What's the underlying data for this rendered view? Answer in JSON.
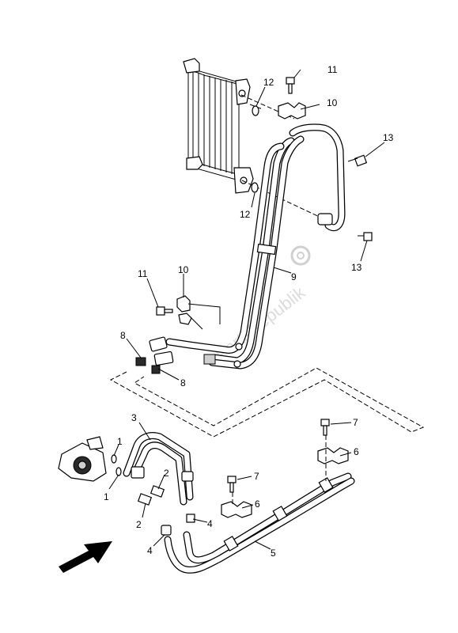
{
  "diagram": {
    "callouts": {
      "c1a": "1",
      "c1b": "1",
      "c2a": "2",
      "c2b": "2",
      "c3": "3",
      "c4a": "4",
      "c4b": "4",
      "c5": "5",
      "c6a": "6",
      "c6b": "6",
      "c7a": "7",
      "c7b": "7",
      "c8a": "8",
      "c8b": "8",
      "c9": "9",
      "c10a": "10",
      "c10b": "10",
      "c11a": "11",
      "c11b": "11",
      "c12a": "12",
      "c12b": "12",
      "c13a": "13",
      "c13b": "13"
    },
    "watermark": "PartsRepublik"
  }
}
